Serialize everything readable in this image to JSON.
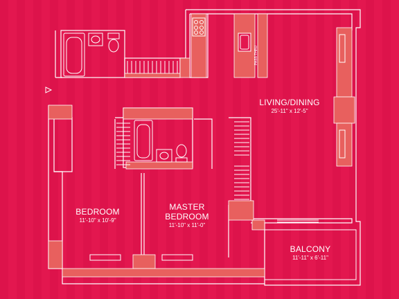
{
  "colors": {
    "background": "#e3174f",
    "stripe": "#d81048",
    "wall_outline": "#ffffff",
    "wall_fill": "#e8605e",
    "fixture": "#ffffff"
  },
  "rooms": {
    "living_dining": {
      "name": "LIVING/DINING",
      "dimensions": "25'-11\" x 12'-5\""
    },
    "bedroom": {
      "name": "BEDROOM",
      "dimensions": "11'-10\" x 10'-9\""
    },
    "master_bedroom": {
      "name_line1": "MASTER",
      "name_line2": "BEDROOM",
      "dimensions": "11'-10\" x 11'-0\""
    },
    "balcony": {
      "name": "BALCONY",
      "dimensions": "11'-11\" x 6'-11\""
    }
  },
  "labels": {
    "pass_thru": "PASS THRU"
  },
  "icons": [
    "entry-arrow-icon",
    "bathtub-icon",
    "toilet-icon",
    "sink-icon",
    "cooktop-icon"
  ]
}
